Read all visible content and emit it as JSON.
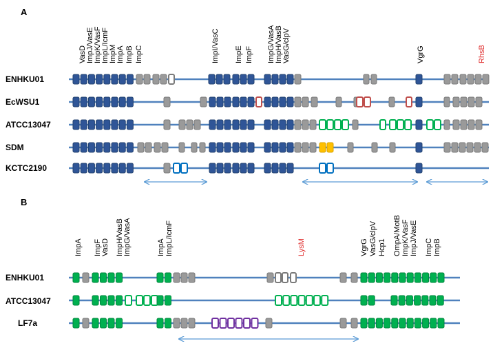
{
  "colors": {
    "line": "#4f81bd",
    "blue": "#2f5597",
    "blue_stroke": "#23426f",
    "grey": "#9a9a9a",
    "grey_stroke": "#7a7a7a",
    "green": "#00b050",
    "red": "#c0504d",
    "yellow": "#ffc000",
    "lightblue": "#0070c0",
    "purple": "#7030a0",
    "arrow": "#5b9bd5",
    "text_red": "#e03030"
  },
  "panelA": {
    "label": "A",
    "gene_labels": [
      {
        "text": "VasD",
        "color": "black"
      },
      {
        "text": "ImpJ/VasE",
        "color": "black"
      },
      {
        "text": "ImpK/VasF",
        "color": "black"
      },
      {
        "text": "ImpL/IcmF",
        "color": "black"
      },
      {
        "text": "ImpM",
        "color": "black"
      },
      {
        "text": "ImpA",
        "color": "black"
      },
      {
        "text": "ImpB",
        "color": "black"
      },
      {
        "text": "ImpC",
        "color": "black"
      },
      {
        "text": "ImpI/VasC",
        "color": "black"
      },
      {
        "text": "ImpE",
        "color": "black"
      },
      {
        "text": "ImpF",
        "color": "black"
      },
      {
        "text": "ImpG/VasA",
        "color": "black"
      },
      {
        "text": "ImpH/VasB",
        "color": "black"
      },
      {
        "text": "VasG/clpV",
        "color": "black"
      },
      {
        "text": "VgrG",
        "color": "black"
      },
      {
        "text": "RhsB",
        "color": "red"
      }
    ],
    "rows": [
      {
        "name": "ENHKU01",
        "genes": [
          [
            "b"
          ],
          [
            "b"
          ],
          [
            "b"
          ],
          [
            "b"
          ],
          [
            "b"
          ],
          [
            "b"
          ],
          [
            "b"
          ],
          [
            "b"
          ],
          [
            "g"
          ],
          [
            "g"
          ],
          [
            "g"
          ],
          [
            "go"
          ],
          [
            "b"
          ],
          [
            "b"
          ],
          [
            "b"
          ],
          [
            "b"
          ],
          [
            "g"
          ],
          [
            "g"
          ],
          [
            "b"
          ],
          [
            "b"
          ],
          [
            "b"
          ],
          [
            "b"
          ],
          [
            "g"
          ],
          [
            "g"
          ],
          [
            "g"
          ],
          [
            "b"
          ],
          [
            "g"
          ],
          [
            "g"
          ],
          [
            "g"
          ],
          [
            "g"
          ],
          [
            "g"
          ],
          [
            "g"
          ],
          [
            "g"
          ]
        ]
      },
      {
        "name": "EcWSU1",
        "genes": [
          [
            "b"
          ],
          [
            "g"
          ],
          [
            "r"
          ],
          [
            "b"
          ],
          [
            "g"
          ],
          [
            "r"
          ],
          [
            "r"
          ],
          [
            "g"
          ],
          [
            "r"
          ],
          [
            "b"
          ],
          [
            "g"
          ],
          [
            "g"
          ]
        ]
      },
      {
        "name": "ATCC13047",
        "genes": [
          [
            "b"
          ],
          [
            "g"
          ],
          [
            "b"
          ],
          [
            "g"
          ],
          [
            "gr"
          ],
          [
            "gr"
          ],
          [
            "g"
          ],
          [
            "gr"
          ],
          [
            "g"
          ],
          [
            "b"
          ],
          [
            "g"
          ]
        ]
      },
      {
        "name": "SDM",
        "genes": [
          [
            "b"
          ],
          [
            "g"
          ],
          [
            "b"
          ],
          [
            "g"
          ],
          [
            "y"
          ],
          [
            "g"
          ],
          [
            "b"
          ],
          [
            "g"
          ]
        ]
      },
      {
        "name": "KCTC2190",
        "genes": [
          [
            "b"
          ],
          [
            "g"
          ],
          [
            "lb"
          ],
          [
            "b"
          ],
          [
            "lb"
          ],
          [
            "b"
          ]
        ]
      }
    ]
  },
  "panelB": {
    "label": "B",
    "gene_labels": [
      {
        "text": "ImpA",
        "color": "black"
      },
      {
        "text": "ImpF",
        "color": "black"
      },
      {
        "text": "VasD",
        "color": "black"
      },
      {
        "text": "ImpH/VasB",
        "color": "black"
      },
      {
        "text": "ImpG/VasA",
        "color": "black"
      },
      {
        "text": "ImpA",
        "color": "black"
      },
      {
        "text": "ImpL/IcmF",
        "color": "black"
      },
      {
        "text": "LysM",
        "color": "red"
      },
      {
        "text": "VgrG",
        "color": "black"
      },
      {
        "text": "VasG/clpV",
        "color": "black"
      },
      {
        "text": "Hcp1",
        "color": "black"
      },
      {
        "text": "OmpA/MotB",
        "color": "black"
      },
      {
        "text": "ImpK/VasF",
        "color": "black"
      },
      {
        "text": "ImpJ/VasE",
        "color": "black"
      },
      {
        "text": "ImpC",
        "color": "black"
      },
      {
        "text": "ImpB",
        "color": "black"
      }
    ],
    "rows": [
      {
        "name": "ENHKU01"
      },
      {
        "name": "ATCC13047"
      },
      {
        "name": "LF7a"
      }
    ]
  }
}
